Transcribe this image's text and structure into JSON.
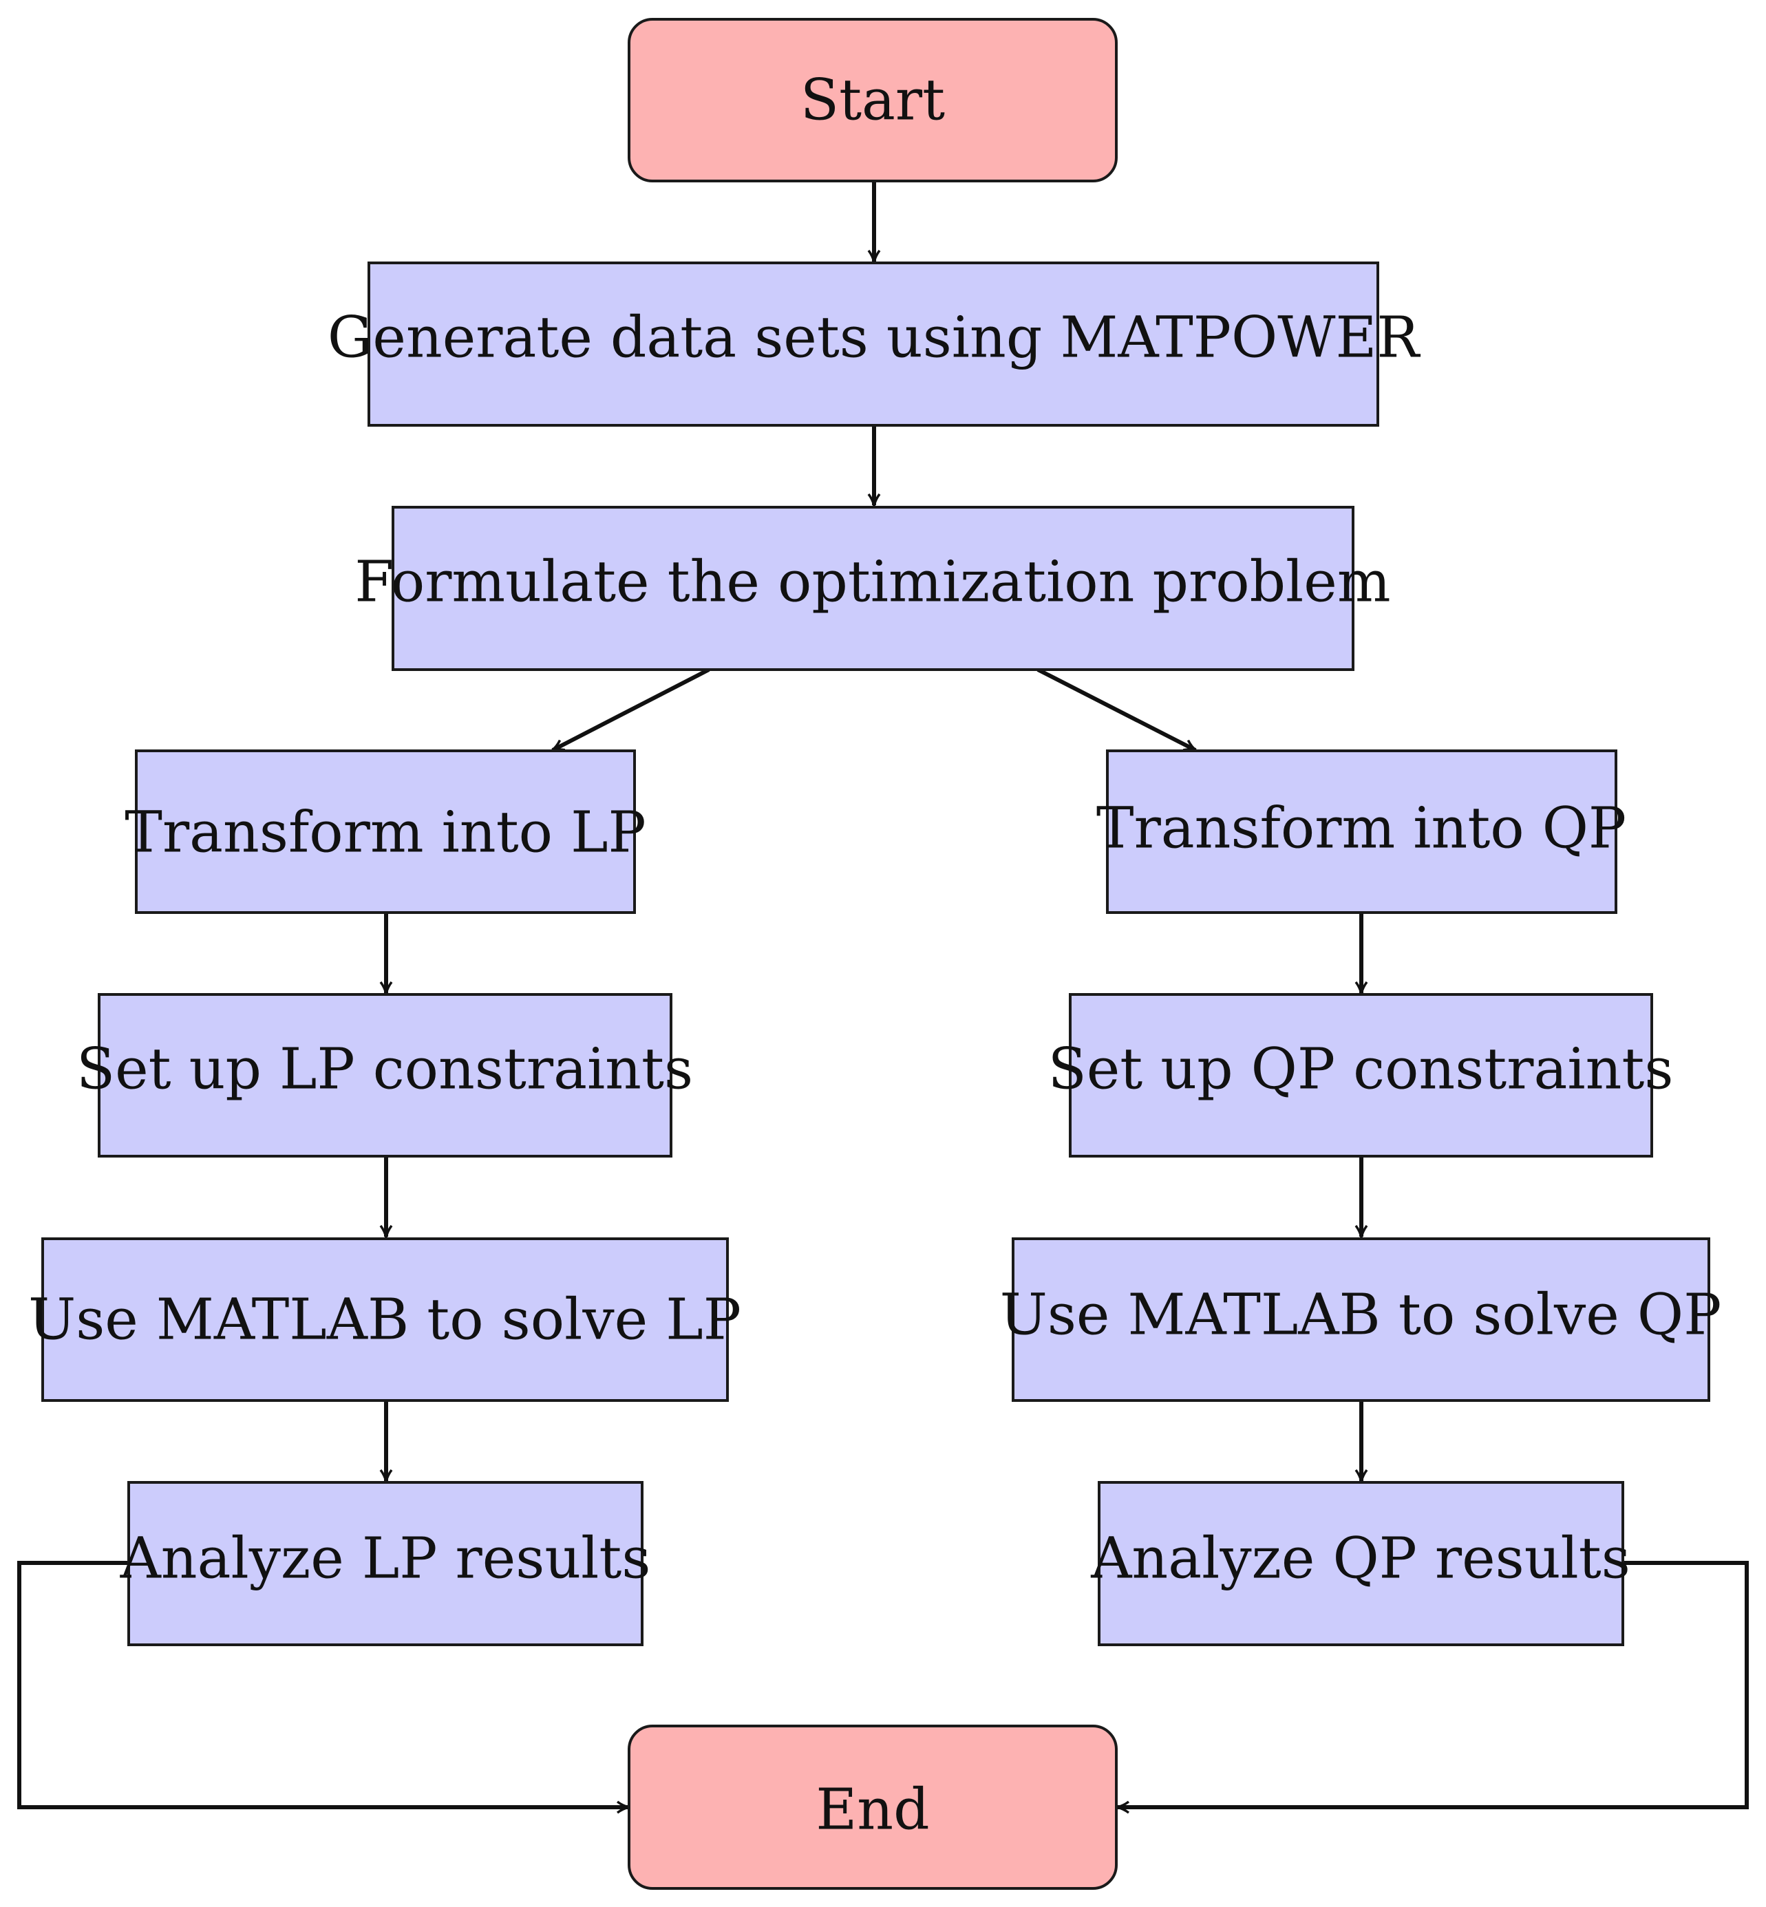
{
  "colors": {
    "terminal_fill": "#fdb2b2",
    "process_fill": "#ccccfc",
    "stroke": "#111111"
  },
  "nodes": {
    "start": {
      "label": "Start",
      "shape": "rounded-rectangle"
    },
    "generate": {
      "label": "Generate data sets using MATPOWER",
      "shape": "rectangle"
    },
    "formulate": {
      "label": "Formulate the optimization problem",
      "shape": "rectangle"
    },
    "transform_lp": {
      "label": "Transform into LP",
      "shape": "rectangle"
    },
    "transform_qp": {
      "label": "Transform into QP",
      "shape": "rectangle"
    },
    "setup_lp": {
      "label": "Set up LP constraints",
      "shape": "rectangle"
    },
    "setup_qp": {
      "label": "Set up QP constraints",
      "shape": "rectangle"
    },
    "solve_lp": {
      "label": "Use MATLAB to solve LP",
      "shape": "rectangle"
    },
    "solve_qp": {
      "label": "Use MATLAB to solve QP",
      "shape": "rectangle"
    },
    "analyze_lp": {
      "label": "Analyze LP results",
      "shape": "rectangle"
    },
    "analyze_qp": {
      "label": "Analyze QP results",
      "shape": "rectangle"
    },
    "end": {
      "label": "End",
      "shape": "rounded-rectangle"
    }
  },
  "edges": [
    {
      "from": "start",
      "to": "generate"
    },
    {
      "from": "generate",
      "to": "formulate"
    },
    {
      "from": "formulate",
      "to": "transform_lp"
    },
    {
      "from": "formulate",
      "to": "transform_qp"
    },
    {
      "from": "transform_lp",
      "to": "setup_lp"
    },
    {
      "from": "transform_qp",
      "to": "setup_qp"
    },
    {
      "from": "setup_lp",
      "to": "solve_lp"
    },
    {
      "from": "setup_qp",
      "to": "solve_qp"
    },
    {
      "from": "solve_lp",
      "to": "analyze_lp"
    },
    {
      "from": "solve_qp",
      "to": "analyze_qp"
    },
    {
      "from": "analyze_lp",
      "to": "end"
    },
    {
      "from": "analyze_qp",
      "to": "end"
    }
  ]
}
